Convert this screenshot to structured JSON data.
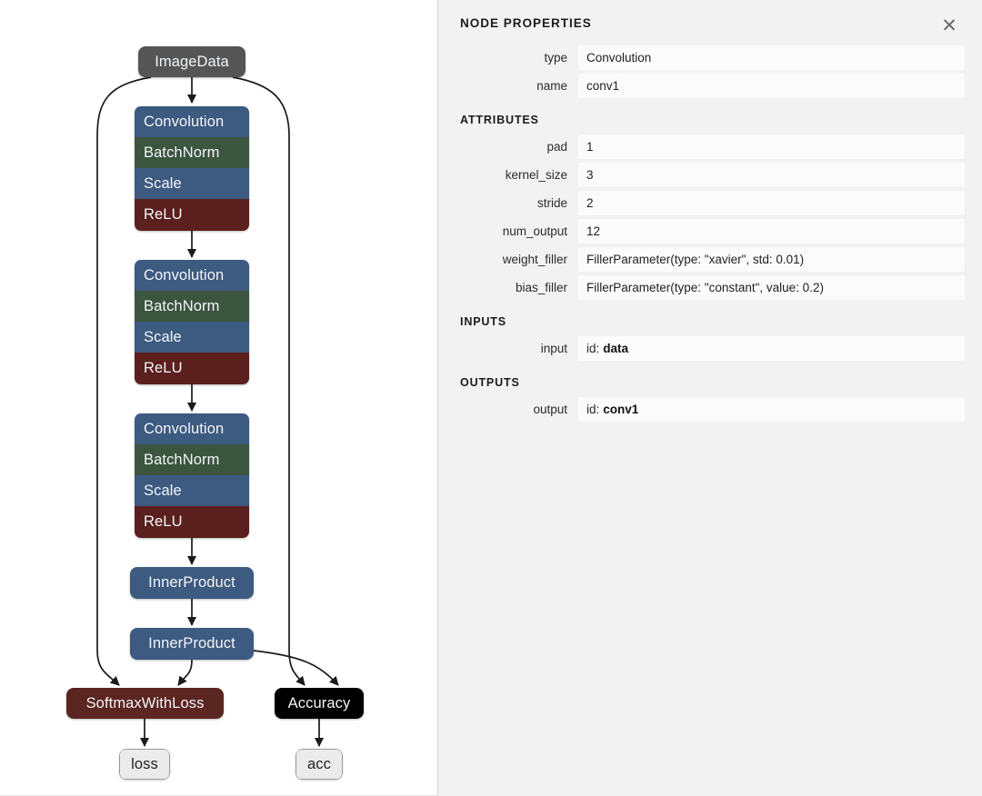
{
  "graph": {
    "nodes": [
      {
        "id": "imagedata",
        "label": "ImageData",
        "kind": "imagedata"
      },
      {
        "id": "block1_conv",
        "label": "Convolution",
        "kind": "conv"
      },
      {
        "id": "block1_bn",
        "label": "BatchNorm",
        "kind": "bn"
      },
      {
        "id": "block1_scale",
        "label": "Scale",
        "kind": "scale"
      },
      {
        "id": "block1_relu",
        "label": "ReLU",
        "kind": "relu"
      },
      {
        "id": "block2_conv",
        "label": "Convolution",
        "kind": "conv"
      },
      {
        "id": "block2_bn",
        "label": "BatchNorm",
        "kind": "bn"
      },
      {
        "id": "block2_scale",
        "label": "Scale",
        "kind": "scale"
      },
      {
        "id": "block2_relu",
        "label": "ReLU",
        "kind": "relu"
      },
      {
        "id": "block3_conv",
        "label": "Convolution",
        "kind": "conv"
      },
      {
        "id": "block3_bn",
        "label": "BatchNorm",
        "kind": "bn"
      },
      {
        "id": "block3_scale",
        "label": "Scale",
        "kind": "scale"
      },
      {
        "id": "block3_relu",
        "label": "ReLU",
        "kind": "relu"
      },
      {
        "id": "ip1",
        "label": "InnerProduct",
        "kind": "ip"
      },
      {
        "id": "ip2",
        "label": "InnerProduct",
        "kind": "ip"
      },
      {
        "id": "softmax",
        "label": "SoftmaxWithLoss",
        "kind": "softmax"
      },
      {
        "id": "accuracy",
        "label": "Accuracy",
        "kind": "accuracy"
      },
      {
        "id": "loss",
        "label": "loss",
        "kind": "blob"
      },
      {
        "id": "acc",
        "label": "acc",
        "kind": "blob"
      }
    ],
    "colors": {
      "convolution": "#3d5a80",
      "batchnorm": "#3b553f",
      "scale": "#3d5a80",
      "relu": "#5b1f1d",
      "imagedata": "#555555",
      "innerproduct": "#3d5a80",
      "softmaxwithloss": "#5b2521",
      "accuracy": "#000000",
      "blob": "#ebebeb",
      "edge": "#1a1a1a"
    }
  },
  "panel": {
    "title": "NODE PROPERTIES",
    "close_icon": "close-icon",
    "close_glyph": "✕",
    "fields": [
      {
        "label": "type",
        "value": "Convolution"
      },
      {
        "label": "name",
        "value": "conv1"
      }
    ],
    "attributes_heading": "ATTRIBUTES",
    "attributes": [
      {
        "label": "pad",
        "value": "1"
      },
      {
        "label": "kernel_size",
        "value": "3"
      },
      {
        "label": "stride",
        "value": "2"
      },
      {
        "label": "num_output",
        "value": "12"
      },
      {
        "label": "weight_filler",
        "value": "FillerParameter(type: \"xavier\", std: 0.01)"
      },
      {
        "label": "bias_filler",
        "value": "FillerParameter(type: \"constant\", value: 0.2)"
      }
    ],
    "inputs_heading": "INPUTS",
    "inputs": [
      {
        "label": "input",
        "prefix": "id:",
        "value": "data"
      }
    ],
    "outputs_heading": "OUTPUTS",
    "outputs": [
      {
        "label": "output",
        "prefix": "id:",
        "value": "conv1"
      }
    ]
  }
}
